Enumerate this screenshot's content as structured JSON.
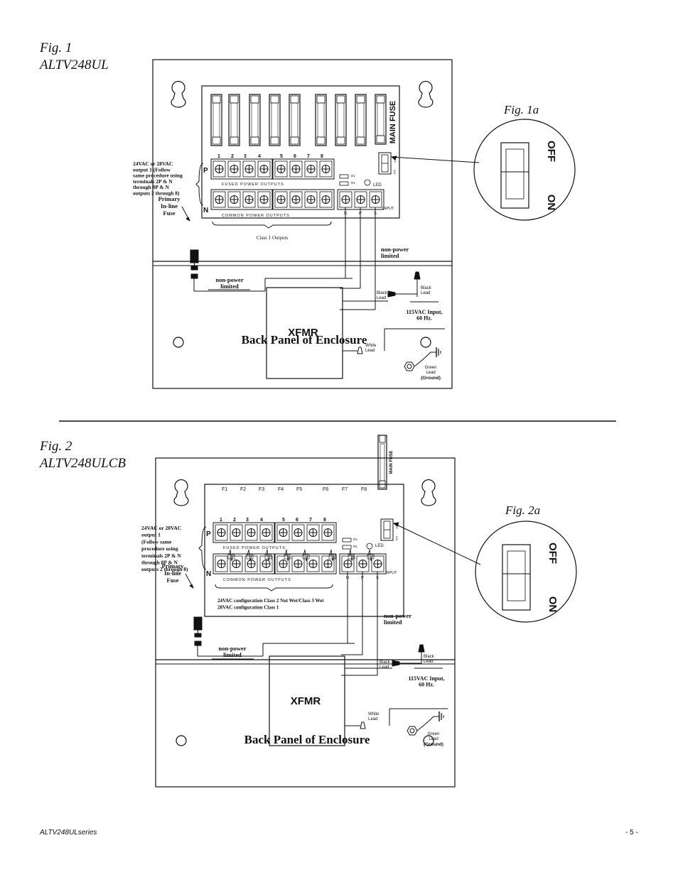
{
  "fig1": {
    "label": "Fig. 1",
    "model": "ALTV248UL",
    "inset_label": "Fig. 1a",
    "panel_title": "Back Panel of Enclosure",
    "side_note": "24VAC or 28VAC output 1 (Follow same procedure using terminals 2P & N through 8P & N outputs 2 through 8)",
    "side_note_lines": [
      "24VAC or 28VAC",
      "output 1 (Follow",
      "same procedure using",
      "terminals 2P & N",
      "through 8P & N",
      "outputs 2 through 8)"
    ],
    "outputs_note": "Class 1 Outputs",
    "primary_fuse_lines": [
      "Primary",
      "In-line",
      "Fuse"
    ]
  },
  "fig2": {
    "label": "Fig. 2",
    "model": "ALTV248ULCB",
    "inset_label": "Fig. 2a",
    "panel_title": "Back Panel of Enclosure",
    "side_note": "24VAC or 28VAC output 1 (Follow same procedure using terminals 2P & N through 8P & N outputs 2 through 8)",
    "side_note_lines": [
      "24VAC or 28VAC",
      "output 1",
      "(Follow same",
      "procedure using",
      "terminals 2P & N",
      "through 8P & N",
      "outputs 2 through 8)"
    ],
    "outputs_note_lines": [
      "24VAC configuration Class 2 Not Wet/Class 3 Wet",
      "28VAC configuration Class 1"
    ],
    "primary_fuse_lines": [
      "Primary",
      "In-line",
      "Fuse"
    ],
    "breakers": [
      "F1",
      "F2",
      "F3",
      "F4",
      "F5",
      "F6",
      "F7",
      "F8"
    ]
  },
  "board": {
    "main_fuse": "MAIN FUSE",
    "output_numbers": [
      "1",
      "2",
      "3",
      "4",
      "5",
      "6",
      "7",
      "8"
    ],
    "row_p": "P",
    "row_n": "N",
    "fused_label": "FUSED   POWER   OUTPUTS",
    "common_label": "COMMON   POWER   OUTPUTS",
    "led": "LED",
    "input": "INPUT",
    "d1": "D1",
    "r1": "R1",
    "input_terminals": [
      "N",
      "P",
      "S"
    ],
    "switch_off": "OFF",
    "switch_on": "ON"
  },
  "wiring": {
    "non_power_limited_lines": [
      "non-power",
      "limited"
    ],
    "xfmr": "XFMR",
    "black_lead_lines": [
      "Black",
      "Lead"
    ],
    "white_lead_lines": [
      "White",
      "Lead"
    ],
    "green_lead_lines": [
      "Green",
      "Lead"
    ],
    "ground": "(Ground)",
    "ac_input_lines": [
      "115VAC Input,",
      "60 Hz."
    ]
  },
  "switch_detail": {
    "off": "OFF",
    "on": "ON"
  },
  "footer": {
    "left": "ALTV248ULseries",
    "right": "- 5 -"
  }
}
